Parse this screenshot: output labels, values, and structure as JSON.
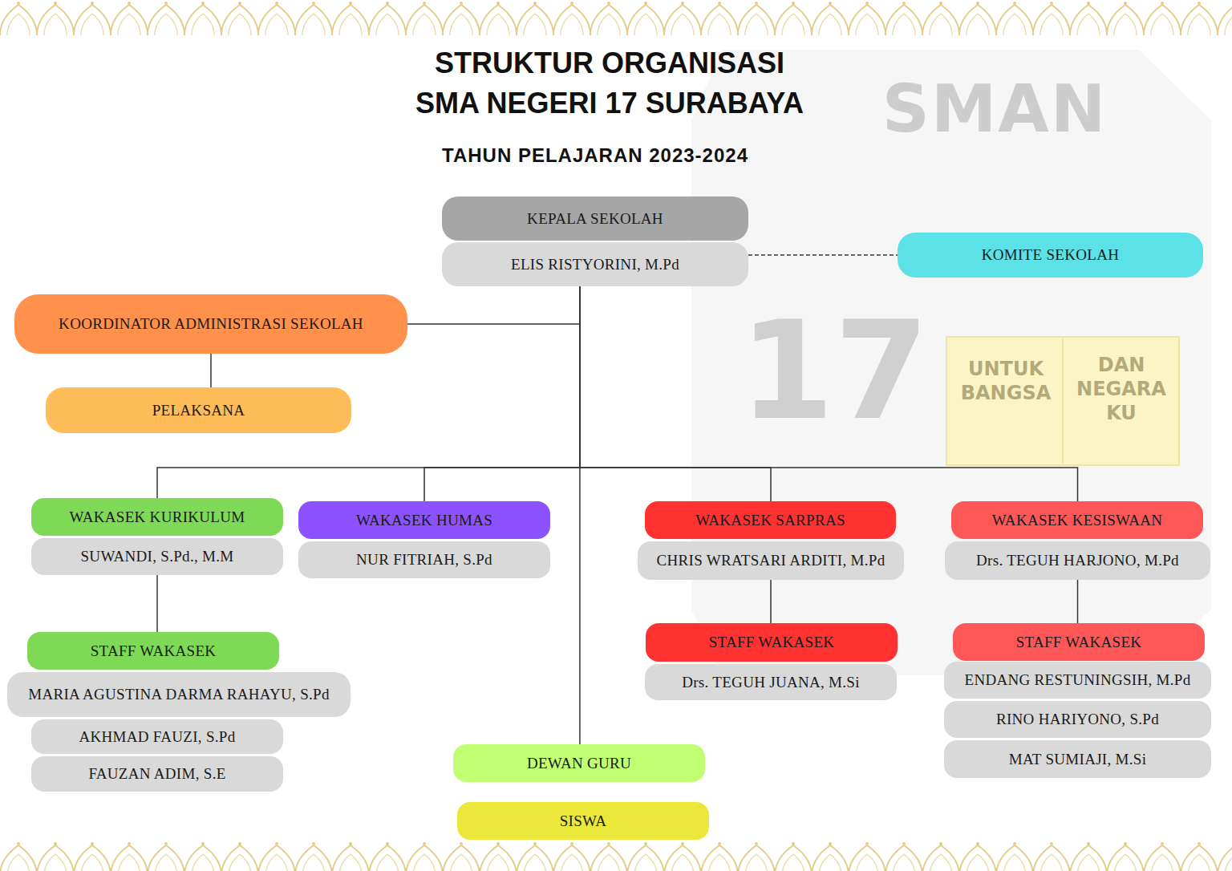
{
  "diagram": {
    "title": "STRUKTUR ORGANISASI SMA NEGERI 17 SURABAYA",
    "nodes": [
      {
        "text": [
          "KEPALA SEKOLAH",
          "ELIS RISTYORINI, M.Pd"
        ]
      },
      {
        "text": [
          "KOMITE SEKOLAH"
        ]
      },
      {
        "text": [
          "KOORDINATOR ADMINISTRASI SEKOLAH"
        ]
      },
      {
        "text": [
          "PELAKSANA"
        ]
      },
      {
        "text": [
          "WAKASEK KURIKULUM",
          "SUWANDI, S.Pd., M.M"
        ]
      },
      {
        "text": [
          "WAKASEK HUMAS",
          "NUR FITRIAH, S.Pd"
        ]
      },
      {
        "text": [
          "WAKASEK SARPRAS",
          "CHRIS WRATSARI ARDITI, M.Pd"
        ]
      },
      {
        "text": [
          "WAKASEK KESISWAAN",
          "Drs. TEGUH HARJONO, M.Pd"
        ]
      },
      {
        "text": [
          "STAFF WAKASEK",
          "MARIA AGUSTINA DARMA RAHAYU, S.Pd",
          "AKHMAD FAUZI, S.Pd",
          "FAUZAN ADIM, S.E"
        ]
      },
      {
        "text": [
          "STAFF WAKASEK",
          "Drs. TEGUH JUANA, M.Si"
        ]
      },
      {
        "text": [
          "STAFF WAKASEK",
          "ENDANG RESTUNINGSIH, M.Pd",
          "RINO HARIYONO, S.Pd",
          "MAT SUMIAJI, M.Si"
        ]
      },
      {
        "text": [
          "DEWAN GURU"
        ]
      },
      {
        "text": [
          "SISWA"
        ]
      }
    ],
    "edges": [
      {
        "from": 0,
        "to": 1,
        "arrow": "none"
      },
      {
        "from": 0,
        "to": 2,
        "arrow": "none"
      },
      {
        "from": 2,
        "to": 3,
        "arrow": "none"
      },
      {
        "from": 0,
        "to": 4,
        "arrow": "none"
      },
      {
        "from": 0,
        "to": 5,
        "arrow": "none"
      },
      {
        "from": 0,
        "to": 6,
        "arrow": "none"
      },
      {
        "from": 0,
        "to": 7,
        "arrow": "none"
      },
      {
        "from": 4,
        "to": 8,
        "arrow": "none"
      },
      {
        "from": 6,
        "to": 9,
        "arrow": "none"
      },
      {
        "from": 7,
        "to": 10,
        "arrow": "none"
      },
      {
        "from": 0,
        "to": 11,
        "arrow": "none"
      }
    ],
    "labels": [
      "TAHUN PELAJARAN 2023-2024",
      "SMAN",
      "17",
      "UNTUK BANGSA",
      "DAN NEGARA KU"
    ]
  }
}
